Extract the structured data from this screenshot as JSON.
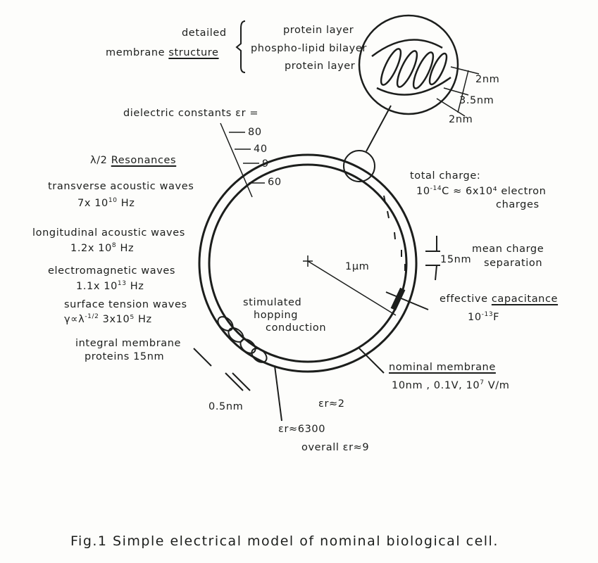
{
  "inset": {
    "detailed": "detailed",
    "membrane": "membrane",
    "structure": "structure",
    "protein_layer_top": "protein layer",
    "bilayer": "phospho-lipid bilayer",
    "protein_layer_bottom": "protein layer",
    "dim_top": "2nm",
    "dim_middle": "3.5nm",
    "dim_bottom": "2nm"
  },
  "dielectric": {
    "label": "dielectric constants εr =",
    "values": [
      "80",
      "40",
      "9",
      "60"
    ]
  },
  "resonances": {
    "title_prefix": "λ/2",
    "title": "Resonances",
    "items": [
      {
        "name": "transverse acoustic waves",
        "base": "7x 10",
        "exp": "10",
        "unit": " Hz"
      },
      {
        "name": "longitudinal acoustic waves",
        "base": "1.2x 10",
        "exp": "8",
        "unit": " Hz"
      },
      {
        "name": "electromagnetic waves",
        "base": "1.1x 10",
        "exp": "13",
        "unit": " Hz"
      },
      {
        "name": "surface tension waves",
        "base": "γ∝λ",
        "exp": "-1/2",
        "unit": " 3x10⁵ Hz"
      }
    ]
  },
  "proteins": {
    "line1": "integral membrane",
    "line2": "proteins  15nm"
  },
  "hopping": {
    "line1": "stimulated",
    "line2": "hopping",
    "line3": "conduction"
  },
  "charge": {
    "title": "total charge:",
    "base": "10",
    "exp": "-14",
    "rest": "C ≈ 6x10⁴ electron",
    "line3": "charges"
  },
  "separation": {
    "dim": "15nm",
    "line1": "mean charge",
    "line2": "separation"
  },
  "capacitance": {
    "line1a": "effective",
    "line1b": "capacitance",
    "base": "10",
    "exp": "-13",
    "unit": "F"
  },
  "membrane": {
    "title": "nominal membrane",
    "values_a": "10nm , 0.1V, 10",
    "exp": "7",
    "values_b": " V/m"
  },
  "radius": "1μm",
  "gap": "0.5nm",
  "er_membrane": "εr≈2",
  "er_protein": "εr≈6300",
  "er_overall": "overall εr≈9",
  "caption": "Fig.1  Simple electrical model of nominal biological cell."
}
